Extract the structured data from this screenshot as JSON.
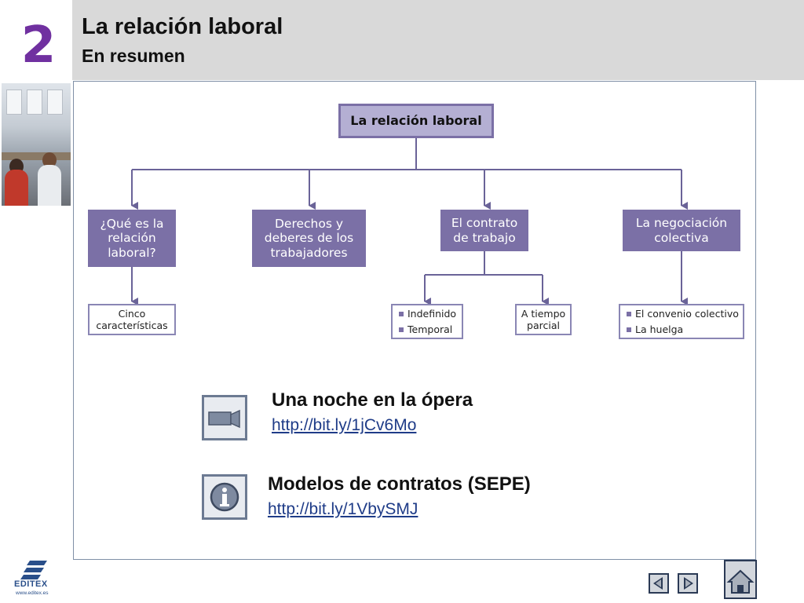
{
  "header": {
    "chapter_number": "2",
    "title": "La relación laboral",
    "subtitle": "En resumen"
  },
  "diagram": {
    "root": "La relación laboral",
    "branches": [
      {
        "label": "¿Qué es la relación laboral?",
        "children": [
          "Cinco características"
        ]
      },
      {
        "label": "Derechos y deberes de los trabajadores",
        "children": []
      },
      {
        "label": "El contrato de trabajo",
        "children": [
          [
            "Indefinido",
            "Temporal"
          ],
          [
            "A tiempo parcial"
          ]
        ]
      },
      {
        "label": "La negociación colectiva",
        "children": [
          [
            "El convenio colectivo",
            "La huelga"
          ]
        ]
      }
    ]
  },
  "resources": [
    {
      "icon": "video-camera-icon",
      "title": "Una noche en la ópera",
      "link": "http://bit.ly/1jCv6Mo"
    },
    {
      "icon": "info-icon",
      "title": "Modelos de contratos (SEPE)",
      "link": "http://bit.ly/1VbySMJ"
    }
  ],
  "footer": {
    "brand": "EDITEX",
    "url": "www.editex.es"
  },
  "colors": {
    "accent_purple": "#7030a0",
    "node_dark": "#7b70a6",
    "node_light": "#b4afd3",
    "header_bg": "#d9d9d9"
  }
}
